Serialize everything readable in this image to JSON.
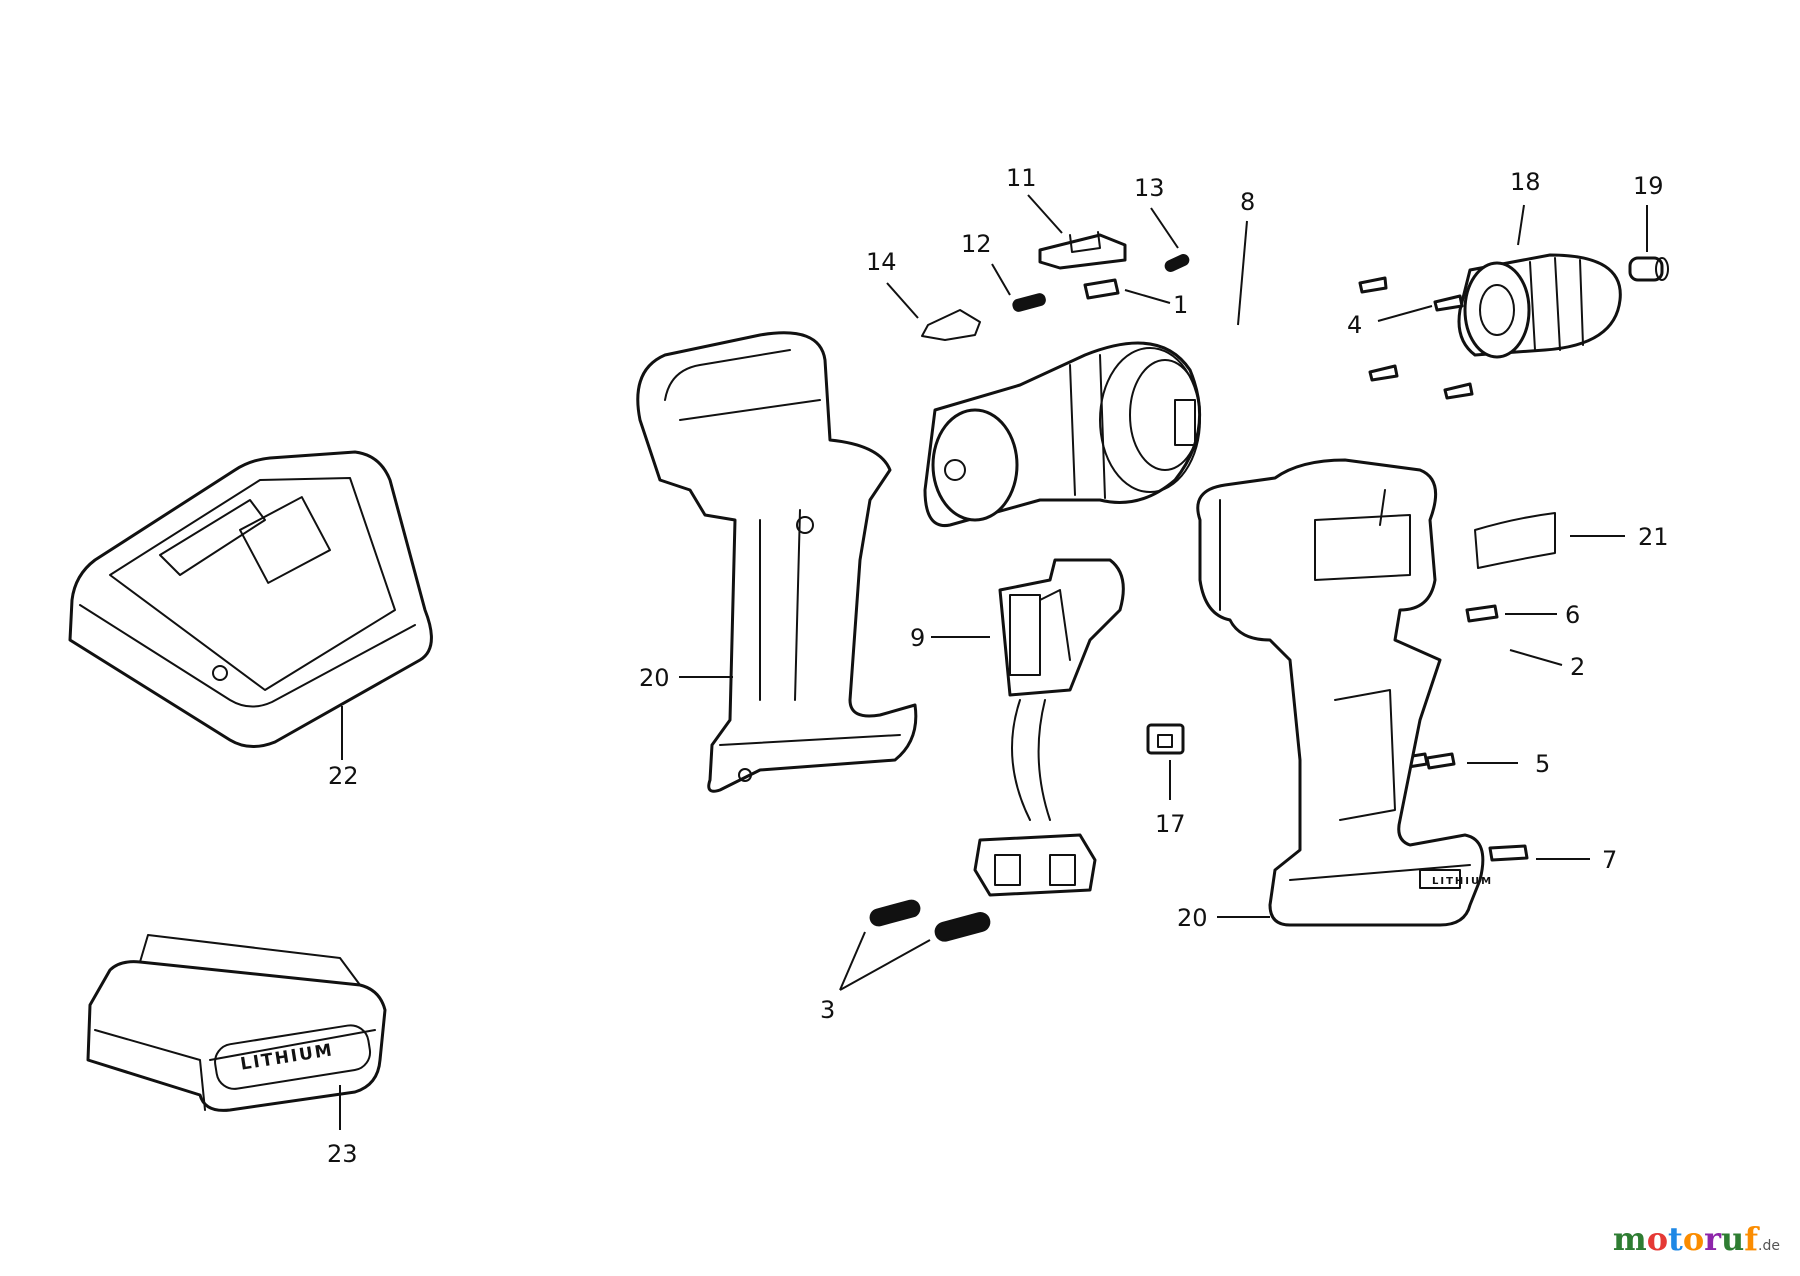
{
  "diagram": {
    "labels": [
      "1",
      "2",
      "3",
      "4",
      "5",
      "6",
      "7",
      "8",
      "9",
      "11",
      "12",
      "13",
      "14",
      "17",
      "18",
      "19",
      "20",
      "21",
      "22",
      "23"
    ],
    "callouts": [
      {
        "id": "lbl-1",
        "text": "1"
      },
      {
        "id": "lbl-2",
        "text": "2"
      },
      {
        "id": "lbl-3",
        "text": "3"
      },
      {
        "id": "lbl-4",
        "text": "4"
      },
      {
        "id": "lbl-5",
        "text": "5"
      },
      {
        "id": "lbl-6",
        "text": "6"
      },
      {
        "id": "lbl-7",
        "text": "7"
      },
      {
        "id": "lbl-8",
        "text": "8"
      },
      {
        "id": "lbl-9",
        "text": "9"
      },
      {
        "id": "lbl-11",
        "text": "11"
      },
      {
        "id": "lbl-12",
        "text": "12"
      },
      {
        "id": "lbl-13",
        "text": "13"
      },
      {
        "id": "lbl-14",
        "text": "14"
      },
      {
        "id": "lbl-17",
        "text": "17"
      },
      {
        "id": "lbl-18",
        "text": "18"
      },
      {
        "id": "lbl-19",
        "text": "19"
      },
      {
        "id": "lbl-20a",
        "text": "20"
      },
      {
        "id": "lbl-20b",
        "text": "20"
      },
      {
        "id": "lbl-21",
        "text": "21"
      },
      {
        "id": "lbl-22",
        "text": "22"
      },
      {
        "id": "lbl-23",
        "text": "23"
      }
    ],
    "engraving_drill": "LITHIUM",
    "engraving_battery": "LITHIUM"
  },
  "watermark": {
    "text_parts": [
      "m",
      "o",
      "t",
      "o",
      "r",
      "u",
      "f"
    ],
    "suffix": ".de"
  }
}
